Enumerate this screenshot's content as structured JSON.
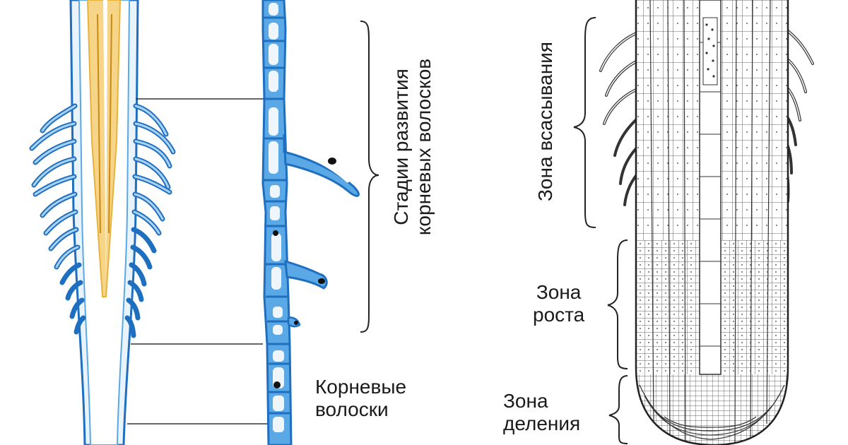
{
  "labels": {
    "hair_stages_line1": "Стадии развития",
    "hair_stages_line2": "корневых волосков",
    "root_hairs_line1": "Корневые",
    "root_hairs_line2": "волоски",
    "absorption_zone": "Зона всасывания",
    "growth_zone_line1": "Зона",
    "growth_zone_line2": "роста",
    "division_zone_line1": "Зона",
    "division_zone_line2": "деления"
  },
  "colors": {
    "root_blue": "#5aa8e6",
    "root_blue_dark": "#1f6fc0",
    "root_core": "#e9b23a",
    "ink": "#1a1a1a"
  }
}
